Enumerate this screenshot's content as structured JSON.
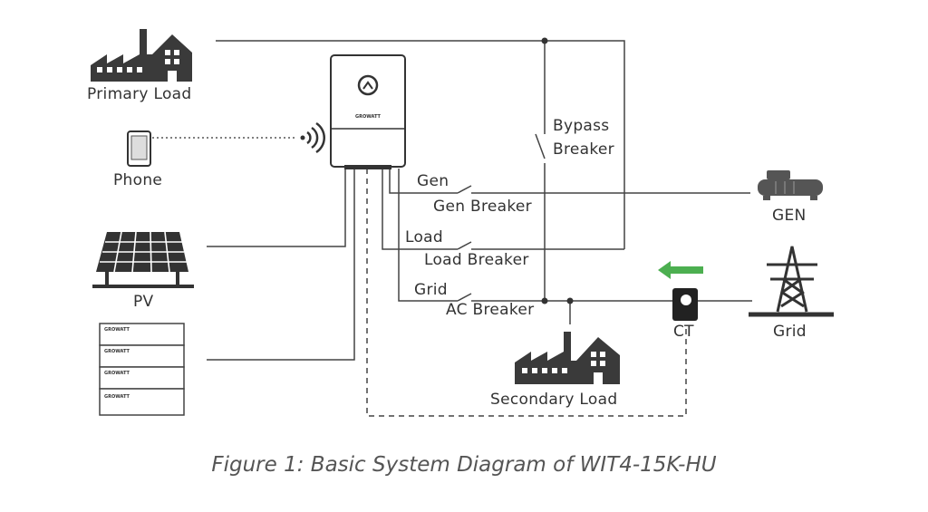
{
  "labels": {
    "primary_load": "Primary Load",
    "phone": "Phone",
    "pv": "PV",
    "bypass": "Bypass",
    "breaker": "Breaker",
    "gen": "Gen",
    "gen_breaker": "Gen Breaker",
    "gen_device": "GEN",
    "load": "Load",
    "load_breaker": "Load Breaker",
    "grid_line": "Grid",
    "ac_breaker": "AC Breaker",
    "ct": "CT",
    "grid_device": "Grid",
    "secondary_load": "Secondary Load"
  },
  "brand": "GROWATT",
  "caption": "Figure 1: Basic System Diagram of WIT4-15K-HU",
  "colors": {
    "line": "#444444",
    "icon": "#3a3a3a",
    "arrow": "#4caf50"
  }
}
